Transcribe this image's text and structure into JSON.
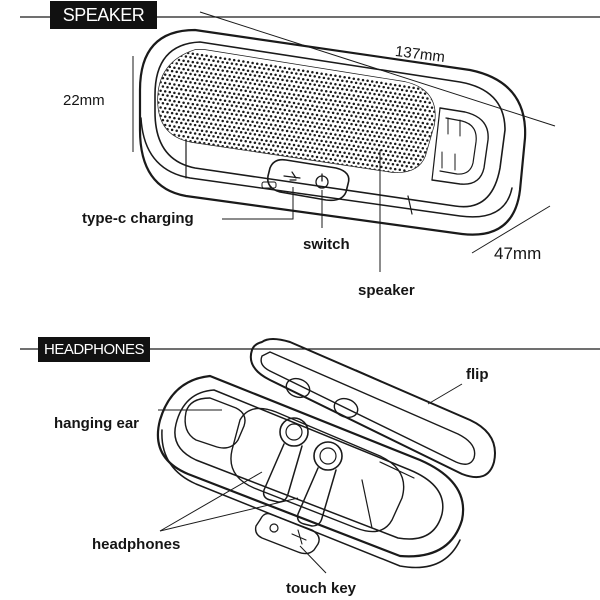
{
  "speaker_section": {
    "title": "SPEAKER",
    "dimensions": {
      "length": "137mm",
      "height": "22mm",
      "width": "47mm"
    },
    "callouts": {
      "charging": "type-c charging",
      "switch": "switch",
      "speaker": "speaker"
    }
  },
  "headphones_section": {
    "title": "HEADPHONES",
    "callouts": {
      "flip": "flip",
      "hanging_ear": "hanging ear",
      "headphones": "headphones",
      "touch_key": "touch key"
    }
  },
  "colors": {
    "line": "#1a1a1a",
    "tag_background": "#111111",
    "tag_text": "#ffffff"
  }
}
